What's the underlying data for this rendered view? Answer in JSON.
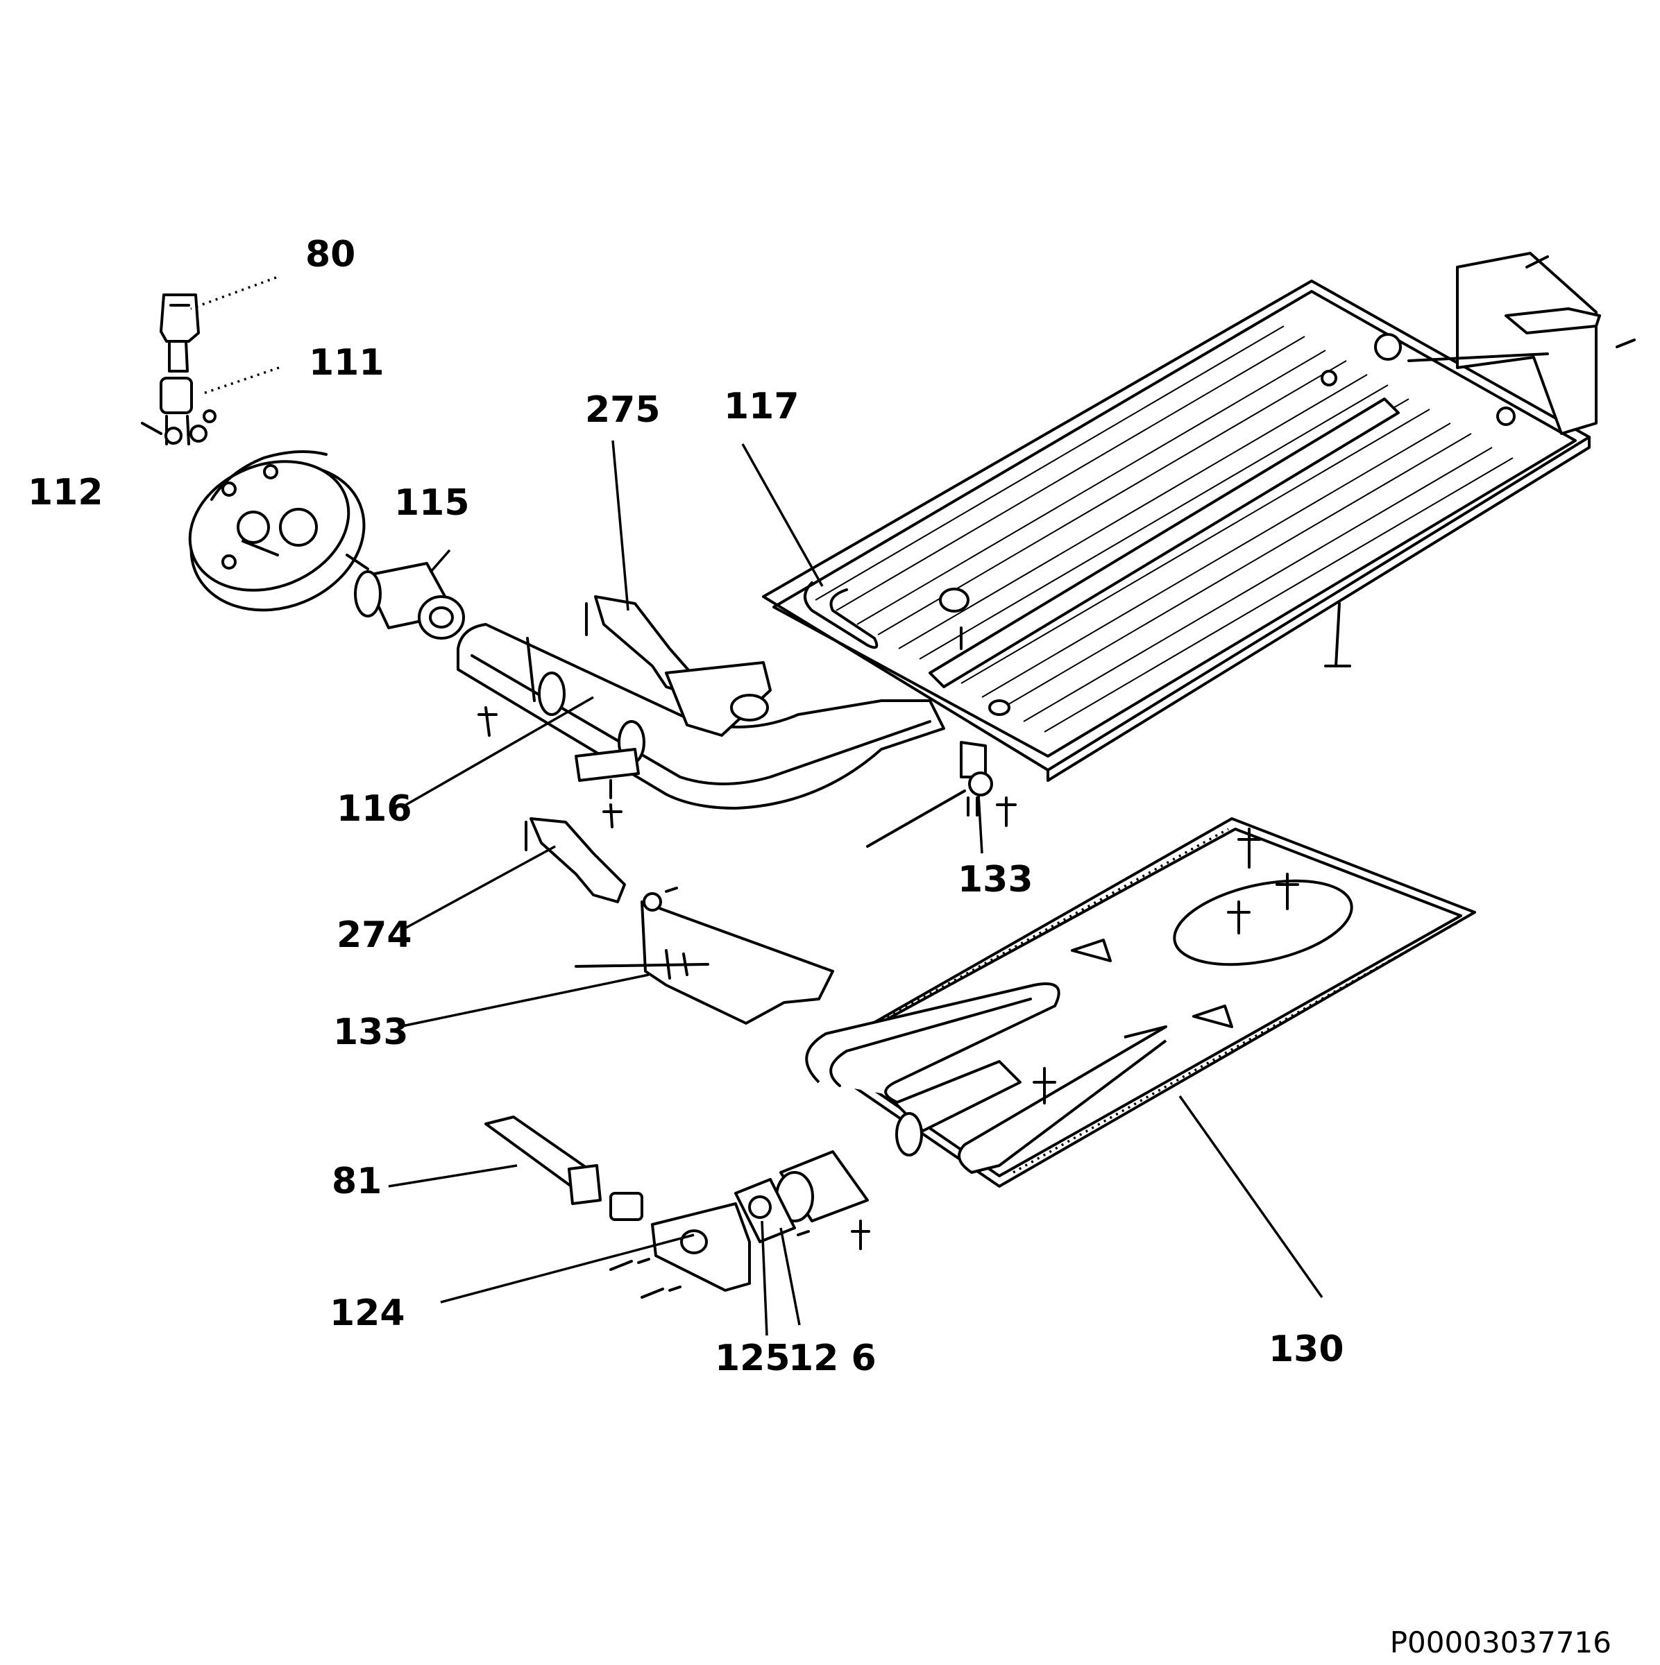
{
  "diagram": {
    "callouts": {
      "c80": "80",
      "c111": "111",
      "c112": "112",
      "c115": "115",
      "c275": "275",
      "c117": "117",
      "c116": "116",
      "c133a": "133",
      "c274": "274",
      "c133b": "133",
      "c81": "81",
      "c124": "124",
      "c125": "125",
      "c126": "12 6",
      "c130": "130"
    },
    "figure_id": "P00003037716"
  }
}
